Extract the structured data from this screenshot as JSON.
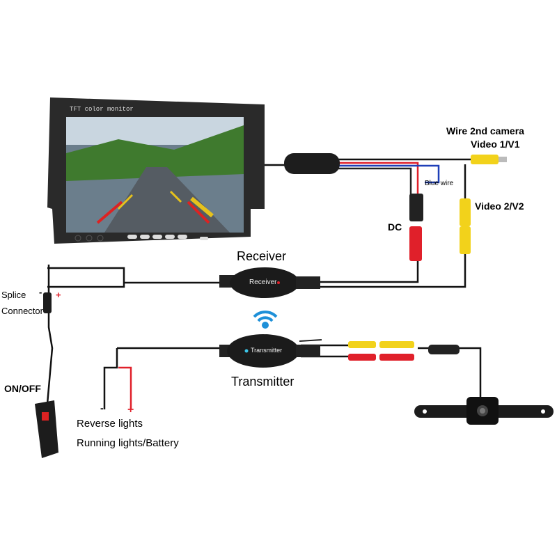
{
  "monitor": {
    "brand_text": "TFT color monitor"
  },
  "labels": {
    "wire_2nd_camera": "Wire 2nd camera",
    "video1": "Video 1/V1",
    "video2": "Video 2/V2",
    "blue_wire": "Blue wire",
    "dc": "DC",
    "receiver_title": "Receiver",
    "receiver_device": "Receiver",
    "transmitter_title": "Transmitter",
    "transmitter_device": "Transmitter",
    "splice": "Splice",
    "connector": "Connector",
    "on_off": "ON/OFF",
    "reverse_lights": "Reverse lights",
    "running_lights": "Running lights/Battery",
    "minus": "-",
    "plus": "+",
    "splice_minus": "-",
    "splice_plus": "+"
  },
  "colors": {
    "red": "#e0202a",
    "yellow": "#f2d21b",
    "blue": "#1e90d8"
  }
}
